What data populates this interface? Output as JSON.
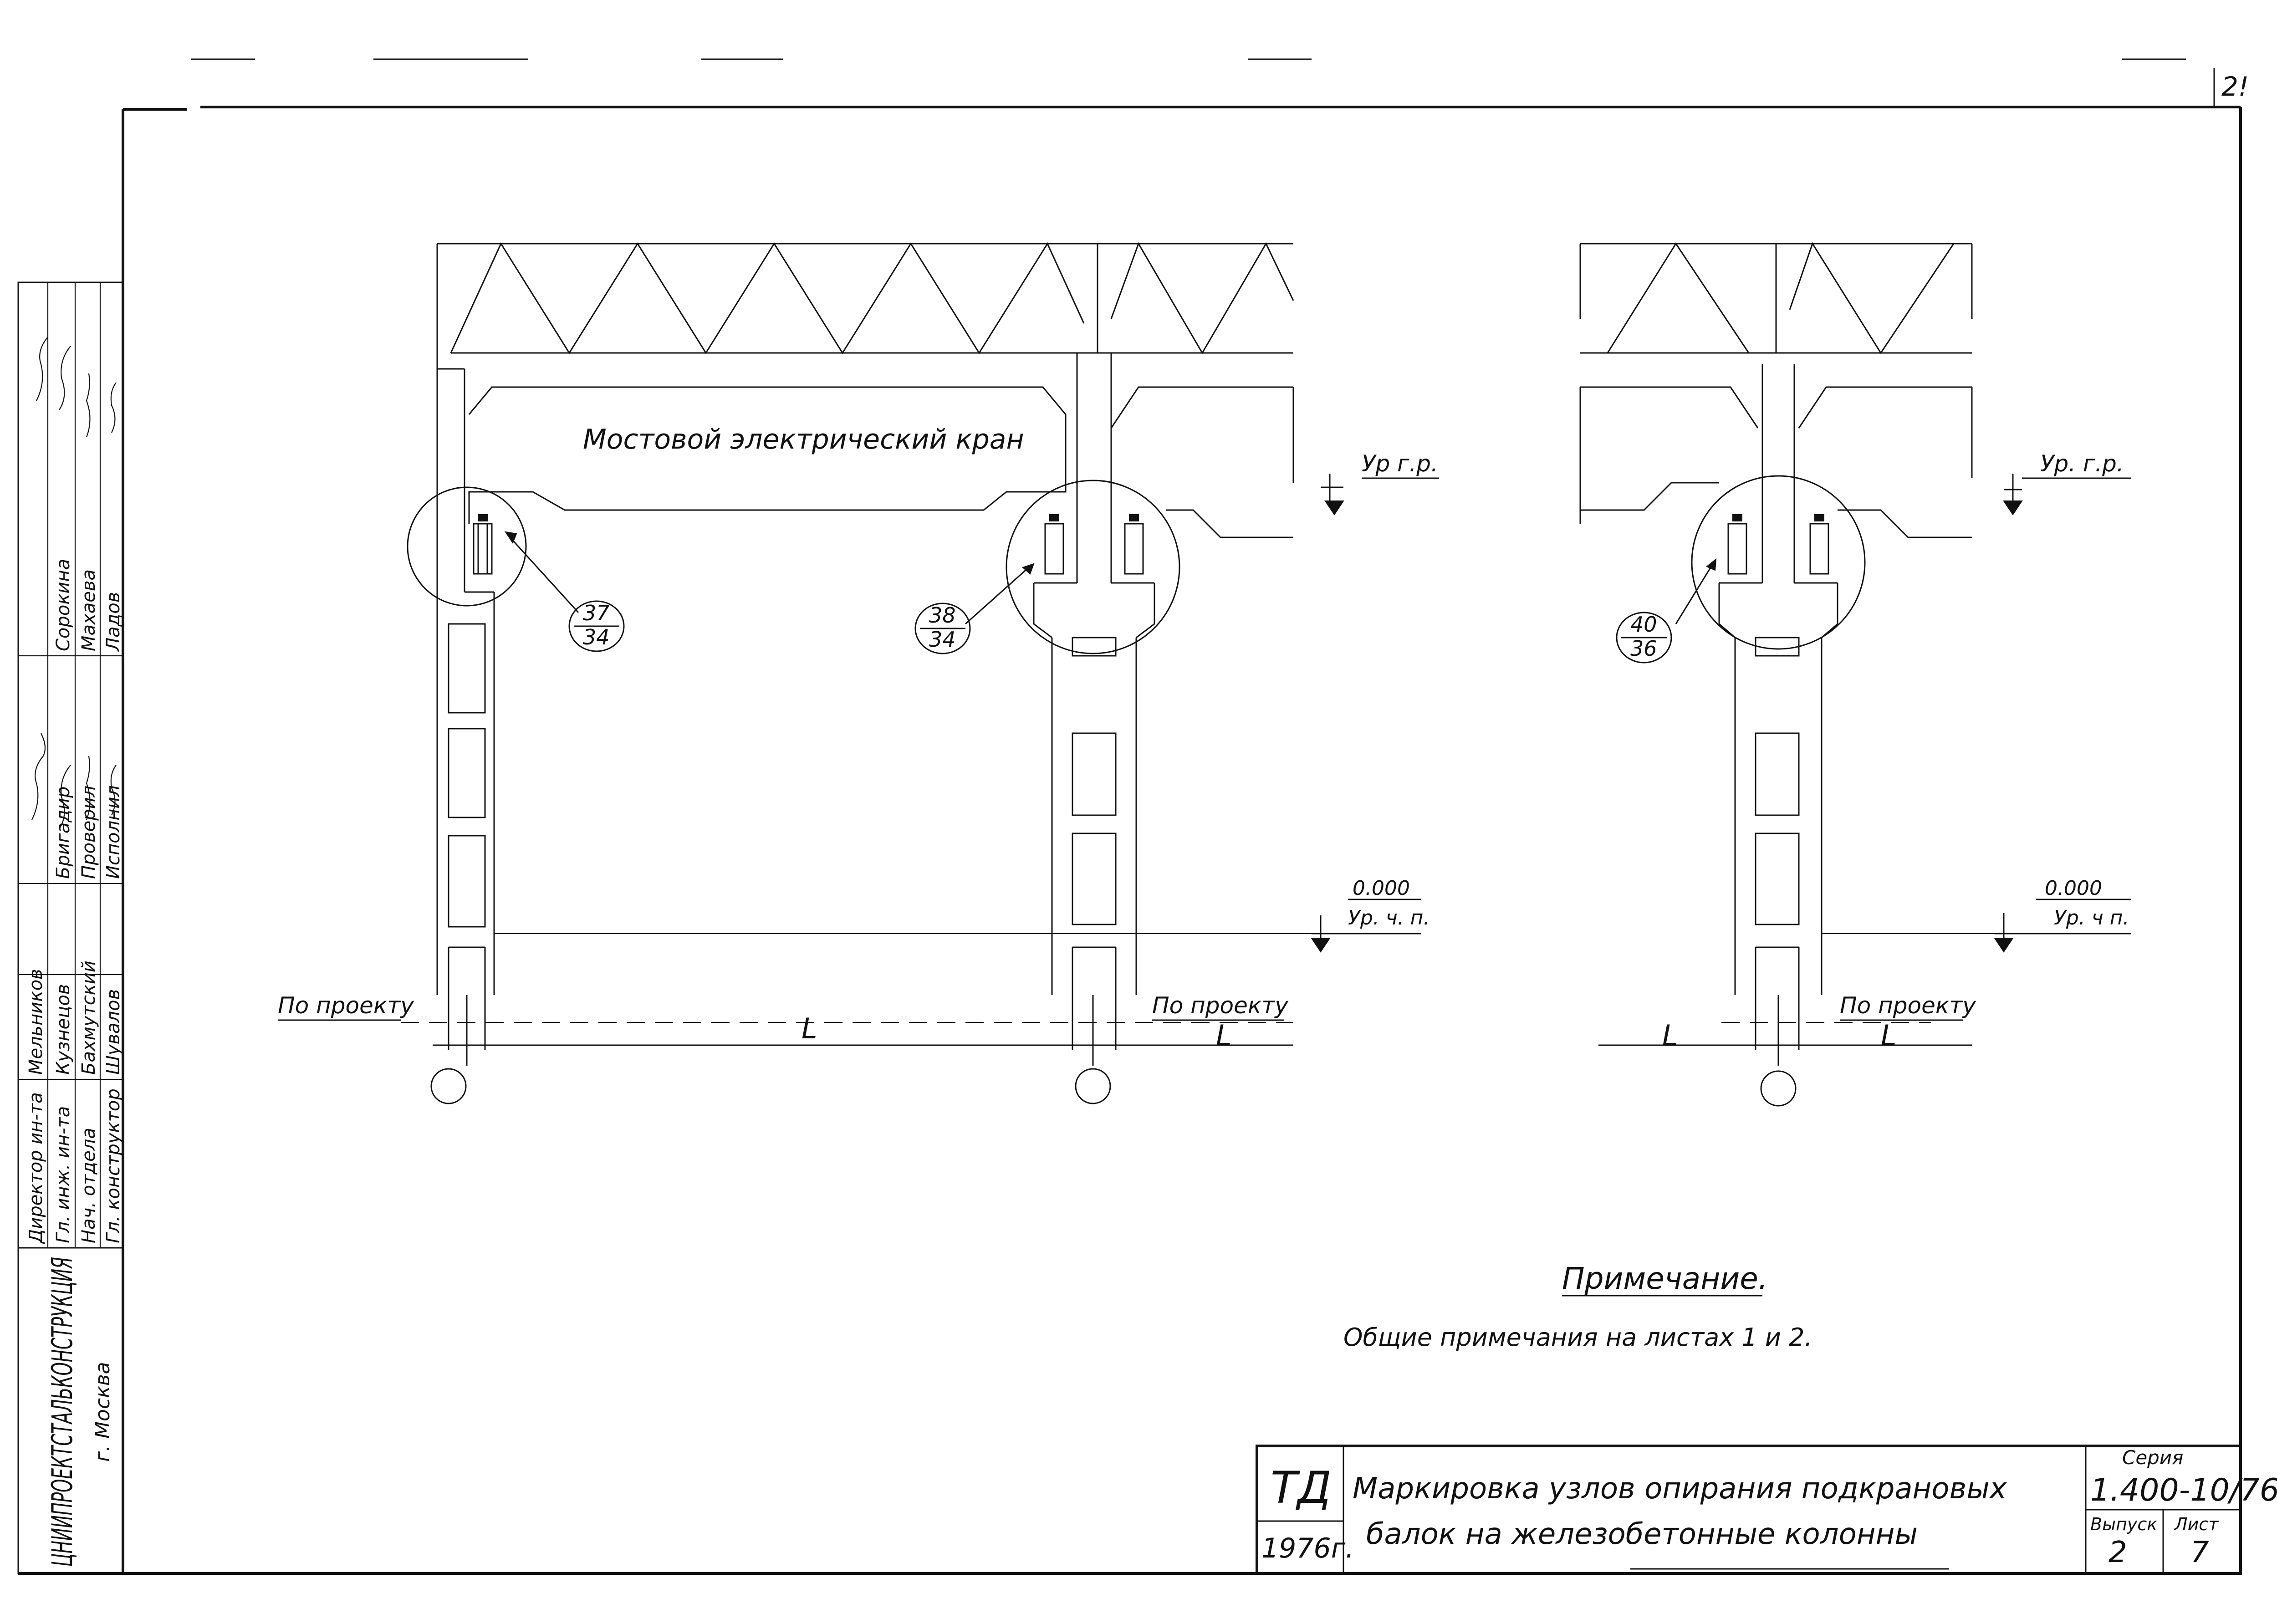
{
  "sheet_corner_number": "2!",
  "drawing": {
    "crane_label": "Мостовой  электрический  кран",
    "rail_level": "Ур г.р.",
    "rail_level_right": "Ур. г.р.",
    "zero_mark": "0.000",
    "floor_level": "Ур. ч. п.",
    "floor_level_right": "Ур. ч п.",
    "by_project_left": "По проекту",
    "by_project_mid": "По проекту",
    "by_project_right": "По  проекту",
    "span_label": "L",
    "node_refs": [
      {
        "top": "37",
        "bottom": "34"
      },
      {
        "top": "38",
        "bottom": "34"
      },
      {
        "top": "40",
        "bottom": "36"
      }
    ]
  },
  "note": {
    "title": "Примечание.",
    "text": "Общие   примечания   на  листах   1 и 2."
  },
  "title_block": {
    "code": "ТД",
    "year": "1976г.",
    "title_line1": "Маркировка  узлов  опирания    подкрановых",
    "title_line2": "балок  на  железобетонные     колонны",
    "series_label": "Серия",
    "series_value": "1.400-10/76",
    "issue_label": "Выпуск",
    "issue_value": "2",
    "sheet_label": "Лист",
    "sheet_value": "7"
  },
  "side_stamp": {
    "organization": "ЦНИИПРОЕКТСТАЛЬКОНСТРУКЦИЯ",
    "city": "г. Москва",
    "roles": [
      "Директор ин-та",
      "Гл. инж. ин-та",
      "Нач. отдела",
      "Гл. конструктор"
    ],
    "names": [
      "Мельников",
      "Кузнецов",
      "Бахмутский",
      "Шувалов"
    ],
    "checker_roles": [
      "Исполнил",
      "Проверил",
      "Бригадир"
    ],
    "checker_names": [
      "Ладов",
      "Махаева",
      "Сорокина"
    ]
  }
}
